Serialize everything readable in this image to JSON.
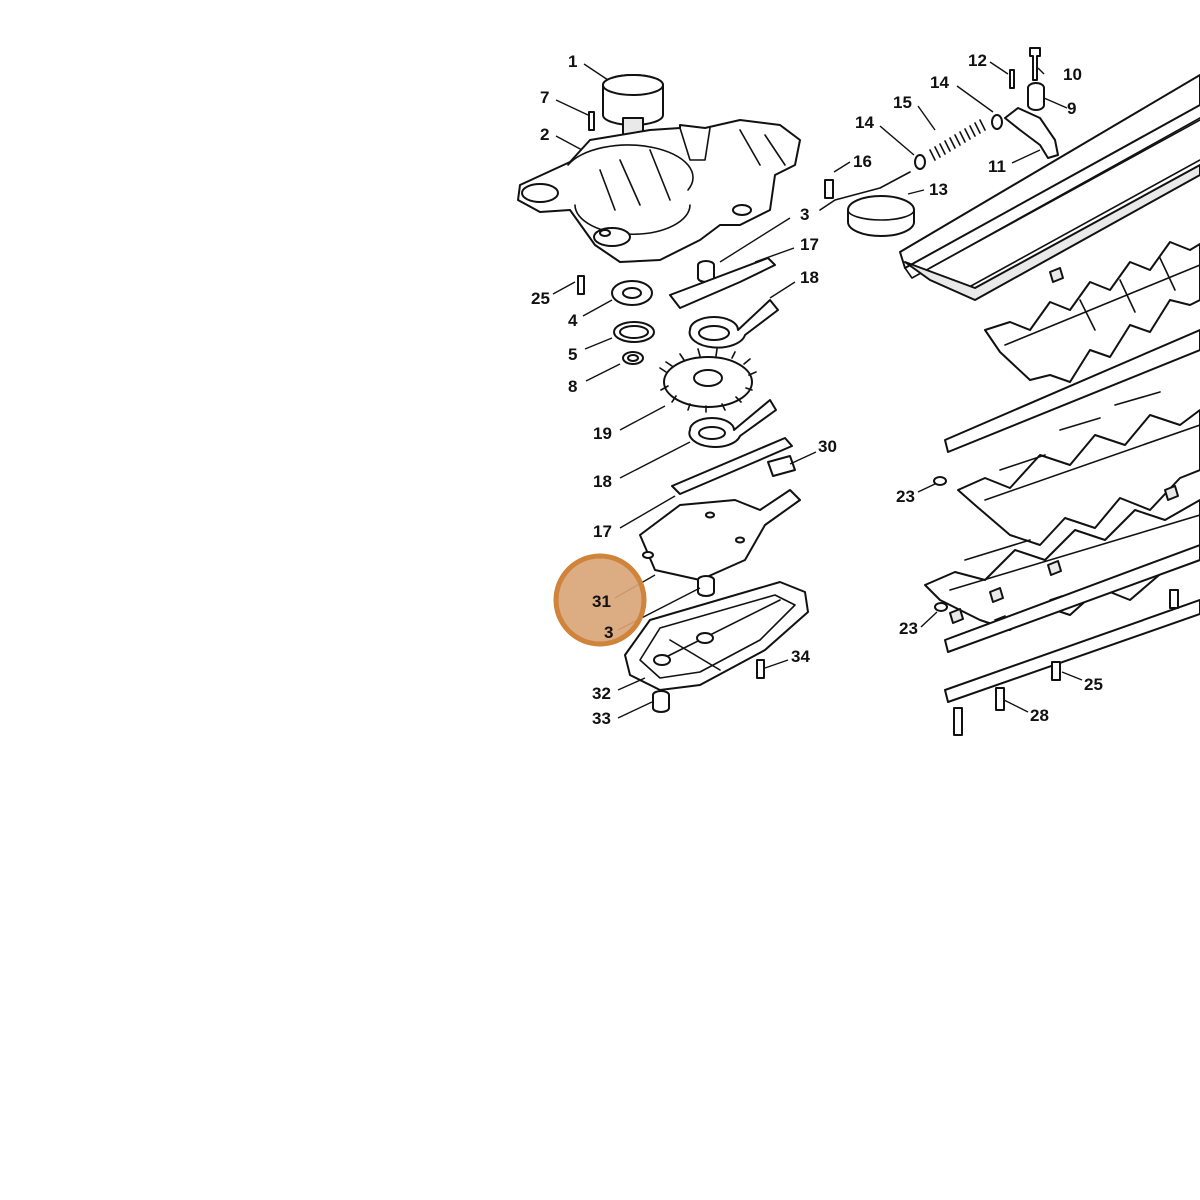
{
  "diagram": {
    "highlight_color": "#d0833a",
    "highlight_fill": "#d9a577",
    "callouts": [
      {
        "id": "c1",
        "text": "1"
      },
      {
        "id": "c7",
        "text": "7"
      },
      {
        "id": "c2",
        "text": "2"
      },
      {
        "id": "c3a",
        "text": "3"
      },
      {
        "id": "c17a",
        "text": "17"
      },
      {
        "id": "c18a",
        "text": "18"
      },
      {
        "id": "c25a",
        "text": "25"
      },
      {
        "id": "c4",
        "text": "4"
      },
      {
        "id": "c5",
        "text": "5"
      },
      {
        "id": "c8",
        "text": "8"
      },
      {
        "id": "c19",
        "text": "19"
      },
      {
        "id": "c18b",
        "text": "18"
      },
      {
        "id": "c30",
        "text": "30"
      },
      {
        "id": "c17b",
        "text": "17"
      },
      {
        "id": "c31",
        "text": "31"
      },
      {
        "id": "c3b",
        "text": "3"
      },
      {
        "id": "c34",
        "text": "34"
      },
      {
        "id": "c32",
        "text": "32"
      },
      {
        "id": "c33",
        "text": "33"
      },
      {
        "id": "c12",
        "text": "12"
      },
      {
        "id": "c10",
        "text": "10"
      },
      {
        "id": "c14a",
        "text": "14"
      },
      {
        "id": "c9",
        "text": "9"
      },
      {
        "id": "c15",
        "text": "15"
      },
      {
        "id": "c14b",
        "text": "14"
      },
      {
        "id": "c11",
        "text": "11"
      },
      {
        "id": "c16",
        "text": "16"
      },
      {
        "id": "c13",
        "text": "13"
      },
      {
        "id": "c23a",
        "text": "23"
      },
      {
        "id": "c23b",
        "text": "23"
      },
      {
        "id": "c25b",
        "text": "25"
      },
      {
        "id": "c28",
        "text": "28"
      }
    ]
  }
}
